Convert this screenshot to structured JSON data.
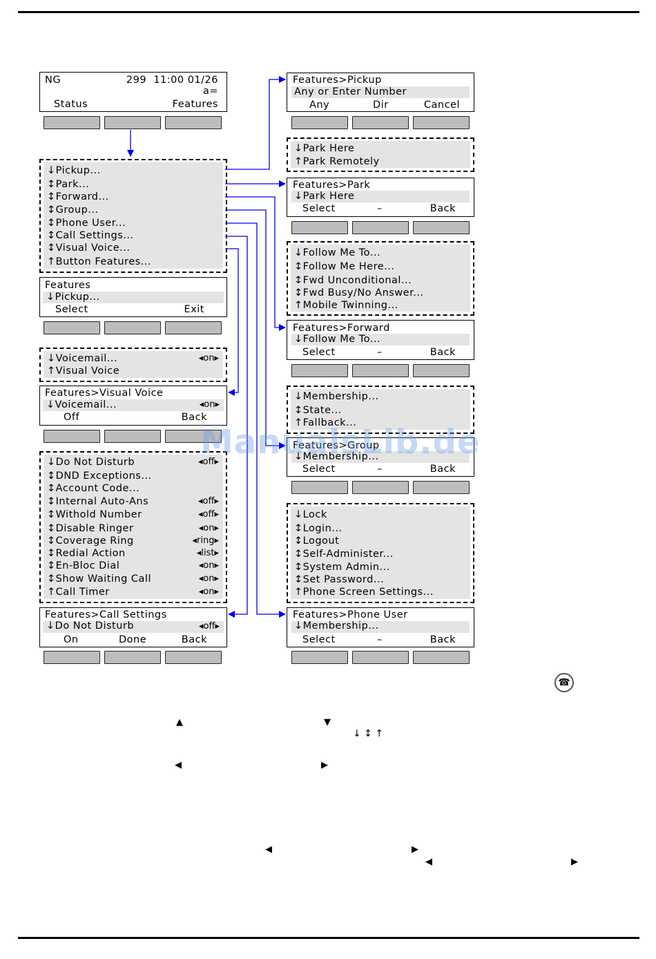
{
  "watermark": "ManualsLib.de",
  "home": {
    "line1_left": "NG",
    "line1_right": "299  11:00 01/26",
    "line2_right": "a=",
    "soft_left": "Status",
    "soft_right": "Features"
  },
  "menu_main": [
    "↓Pickup...",
    "↕Park...",
    "↕Forward...",
    "↕Group...",
    "↕Phone User...",
    "↕Call Settings...",
    "↕Visual Voice...",
    "↑Button Features..."
  ],
  "features_screen": {
    "title": "Features",
    "item": "↓Pickup...",
    "soft": [
      "Select",
      "Exit"
    ]
  },
  "visual_voice_menu": {
    "items": [
      {
        "label": "↓Voicemail...",
        "toggle": "◂on▸"
      },
      {
        "label": "↑Visual Voice",
        "toggle": ""
      }
    ]
  },
  "visual_voice_screen": {
    "title": "Features>Visual Voice",
    "item": "↓Voicemail...",
    "toggle": "◂on▸",
    "soft": [
      "Off",
      "Back"
    ]
  },
  "call_settings_menu": [
    {
      "label": "↓Do Not Disturb",
      "toggle": "◂off▸"
    },
    {
      "label": "↕DND Exceptions...",
      "toggle": ""
    },
    {
      "label": "↕Account Code...",
      "toggle": ""
    },
    {
      "label": "↕Internal Auto-Ans",
      "toggle": "◂off▸"
    },
    {
      "label": "↕Withold Number",
      "toggle": "◂off▸"
    },
    {
      "label": "↕Disable Ringer",
      "toggle": "◂on▸"
    },
    {
      "label": "↕Coverage Ring",
      "toggle": "◂ring▸"
    },
    {
      "label": "↕Redial Action",
      "toggle": "◂list▸"
    },
    {
      "label": "↕En-Bloc Dial",
      "toggle": "◂on▸"
    },
    {
      "label": "↕Show Waiting Call",
      "toggle": "◂on▸"
    },
    {
      "label": "↑Call Timer",
      "toggle": "◂on▸"
    }
  ],
  "call_settings_screen": {
    "title": "Features>Call Settings",
    "item": "↓Do Not Disturb",
    "toggle": "◂off▸",
    "soft": [
      "On",
      "Done",
      "Back"
    ]
  },
  "pickup_screen": {
    "title": "Features>Pickup",
    "item": "Any or Enter Number",
    "soft": [
      "Any",
      "Dir",
      "Cancel"
    ]
  },
  "park_menu": [
    "↓Park Here",
    "↑Park Remotely"
  ],
  "park_screen": {
    "title": "Features>Park",
    "item": "↓Park Here",
    "soft": [
      "Select",
      "–",
      "Back"
    ]
  },
  "forward_menu": [
    "↓Follow Me To...",
    "↕Follow Me Here...",
    "↕Fwd Unconditional...",
    "↕Fwd Busy/No Answer...",
    "↑Mobile Twinning..."
  ],
  "forward_screen": {
    "title": "Features>Forward",
    "item": "↓Follow Me To...",
    "soft": [
      "Select",
      "–",
      "Back"
    ]
  },
  "group_menu": [
    "↓Membership...",
    "↕State...",
    "↑Fallback..."
  ],
  "group_screen": {
    "title": "Features>Group",
    "item": "↓Membership...",
    "soft": [
      "Select",
      "–",
      "Back"
    ]
  },
  "phone_user_menu": [
    "↓Lock",
    "↕Login...",
    "↕Logout",
    "↕Self-Administer...",
    "↕System Admin...",
    "↕Set Password...",
    "↑Phone Screen Settings..."
  ],
  "phone_user_screen": {
    "title": "Features>Phone User",
    "item": "↓Membership...",
    "soft": [
      "Select",
      "–",
      "Back"
    ]
  },
  "legend_glyphs": {
    "up": "▲",
    "down": "▼",
    "scroll": "↓ ↕ ↑",
    "left": "◀",
    "right": "▶"
  },
  "icons": {
    "phone": "phone-icon"
  },
  "colors": {
    "arrow": "#0000ee",
    "screen_bg": "#e4e4e4",
    "button": "#bdbdbd"
  }
}
